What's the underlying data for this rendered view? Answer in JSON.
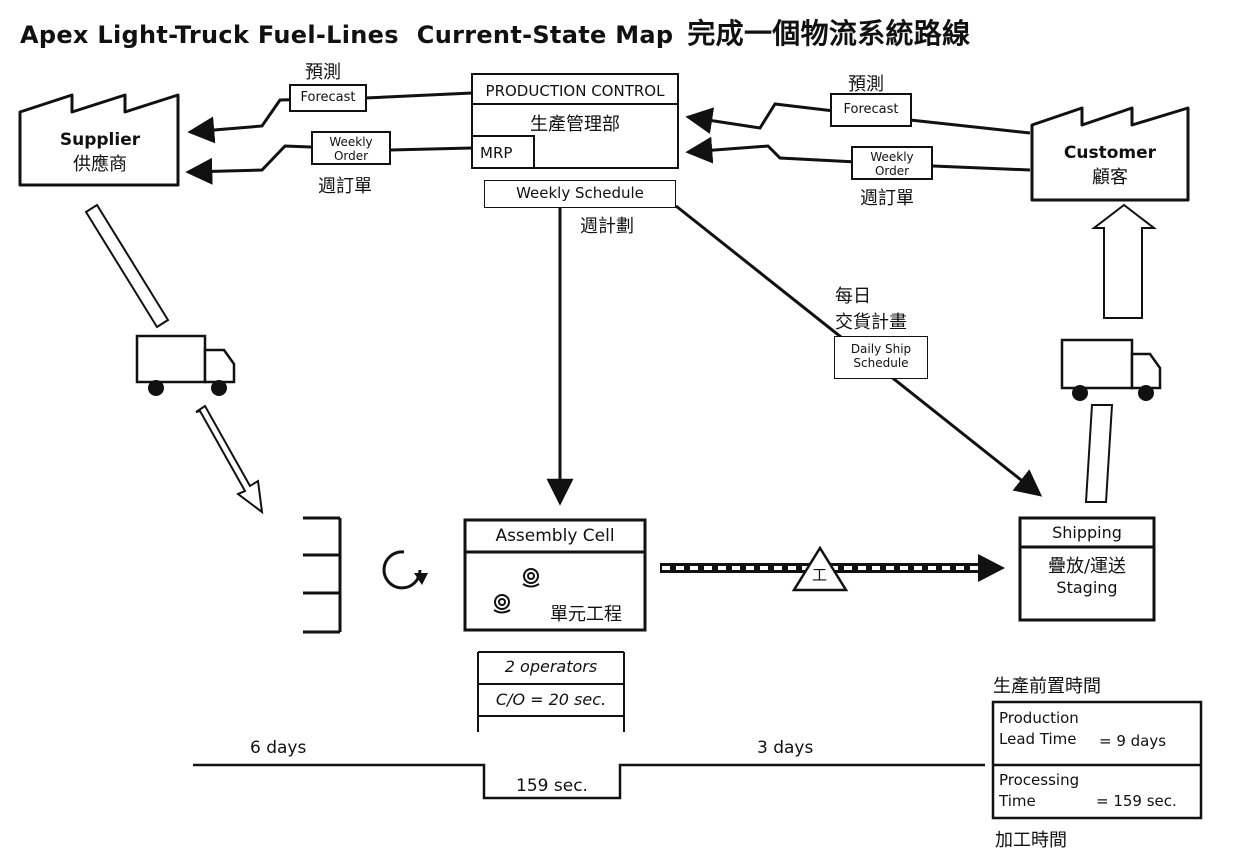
{
  "title": {
    "part1": "Apex Light-Truck Fuel-Lines",
    "part2": "Current-State Map",
    "part3": "完成一個物流系統路線"
  },
  "supplier": {
    "name": "Supplier",
    "name_cn": "供應商"
  },
  "customer": {
    "name": "Customer",
    "name_cn": "顧客"
  },
  "production_control": {
    "title": "PRODUCTION CONTROL",
    "title_cn": "生產管理部",
    "mrp": "MRP"
  },
  "left_flows": {
    "forecast_cn": "預測",
    "forecast": "Forecast",
    "weekly_order": "Weekly Order",
    "weekly_order_cn": "週訂單"
  },
  "right_flows": {
    "forecast_cn": "預測",
    "forecast": "Forecast",
    "weekly_order": "Weekly Order",
    "weekly_order_cn": "週訂單"
  },
  "weekly_schedule": {
    "label": "Weekly Schedule",
    "label_cn": "週計劃"
  },
  "daily_ship": {
    "label_cn_line1": "每日",
    "label_cn_line2": "交貨計畫",
    "label": "Daily Ship Schedule"
  },
  "assembly": {
    "title": "Assembly Cell",
    "title_cn": "單元工程",
    "operators": "2 operators",
    "co": "C/O = 20 sec."
  },
  "shipping": {
    "title": "Shipping",
    "line1_cn": "疊放/運送",
    "line2": "Staging"
  },
  "inventory_symbol": "工",
  "timeline": {
    "left_days": "6 days",
    "right_days": "3 days",
    "process_time": "159 sec."
  },
  "lead_time": {
    "header_cn": "生產前置時間",
    "production_label_1": "Production",
    "production_label_2": "Lead Time",
    "production_value": "= 9 days",
    "processing_label_1": "Processing",
    "processing_label_2": "Time",
    "processing_value": "= 159 sec.",
    "footer_cn": "加工時間"
  }
}
